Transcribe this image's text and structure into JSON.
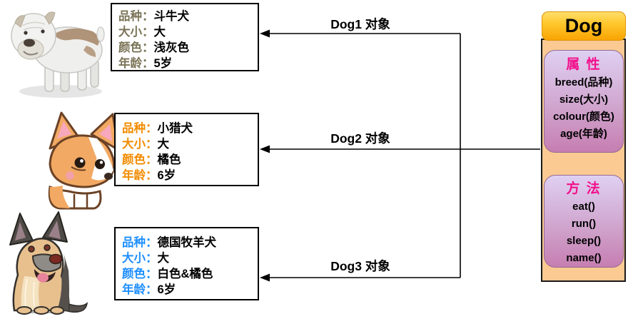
{
  "diagram": {
    "objects": [
      {
        "name": "dog1",
        "image": "bulldog",
        "arrow_label": "Dog1 对象",
        "label_color": "#7B7457",
        "fields": [
          {
            "label": "品种：",
            "value": "斗牛犬"
          },
          {
            "label": "大小：",
            "value": "大"
          },
          {
            "label": "颜色：",
            "value": "浅灰色"
          },
          {
            "label": "年龄：",
            "value": "5岁"
          }
        ]
      },
      {
        "name": "dog2",
        "image": "corgi",
        "arrow_label": "Dog2 对象",
        "label_color": "#F28C00",
        "fields": [
          {
            "label": "品种：",
            "value": "小猎犬"
          },
          {
            "label": "大小：",
            "value": "大"
          },
          {
            "label": "颜色：",
            "value": "橘色"
          },
          {
            "label": "年龄：",
            "value": "6岁"
          }
        ]
      },
      {
        "name": "dog3",
        "image": "german-shepherd",
        "arrow_label": "Dog3 对象",
        "label_color": "#1E8FFF",
        "fields": [
          {
            "label": "品种：",
            "value": "德国牧羊犬"
          },
          {
            "label": "大小：",
            "value": "大"
          },
          {
            "label": "颜色：",
            "value": "白色&橘色"
          },
          {
            "label": "年龄：",
            "value": "6岁"
          }
        ]
      }
    ],
    "class_box": {
      "title": "Dog",
      "title_bg": "#FFC107",
      "container_bg": "#FACA92",
      "section_title_color": "#F2108C",
      "sections": [
        {
          "title": "属 性",
          "items": [
            "breed(品种)",
            "size(大小)",
            "colour(颜色)",
            "age(年龄)"
          ]
        },
        {
          "title": "方 法",
          "items": [
            "eat()",
            "run()",
            "sleep()",
            "name()"
          ]
        }
      ]
    },
    "arrow_color": "#000000"
  }
}
